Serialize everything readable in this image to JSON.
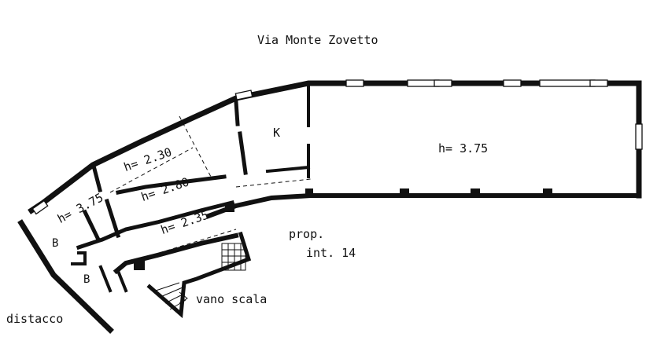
{
  "plan": {
    "street": "Via Monte Zovetto",
    "main_room_height": "h= 3.75",
    "kitchen": "K",
    "room_a_height": "h= 2.30",
    "room_b_height": "h= 2.80",
    "corridor_height": "h= 2.35",
    "left_room_height": "h= 3.75",
    "bath_1": "B",
    "bath_2": "B",
    "neighbor_line1": "prop.",
    "neighbor_line2": "int. 14",
    "stair": "vano scala",
    "gap_label": "distacco",
    "colors": {
      "wall": "#111111",
      "background": "#ffffff"
    }
  }
}
